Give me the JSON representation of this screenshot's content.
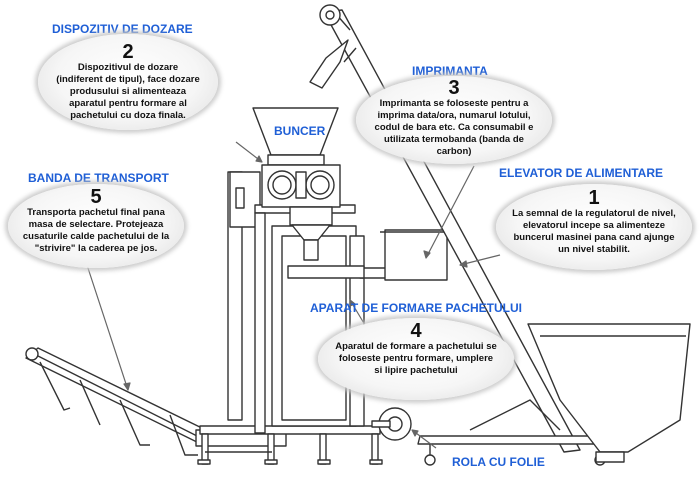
{
  "labels": {
    "dosing_title": "DISPOZITIV DE DOZARE",
    "transport_title": "BANDA DE TRANSPORT",
    "printer_title": "IMPRIMANTA",
    "elevator_title": "ELEVATOR DE ALIMENTARE",
    "forming_title": "APARAT DE FORMARE PACHETULUI",
    "hopper_label": "BUNCER",
    "roll_label": "ROLA CU FOLIE"
  },
  "callouts": [
    {
      "number": "1",
      "text": "La semnal de la regulatorul de nivel, elevatorul incepe sa alimenteze buncerul masinei pana cand ajunge un nivel stabilit."
    },
    {
      "number": "2",
      "text": "Dispozitivul de dozare (indiferent de tipul), face dozare produsului si alimenteaza aparatul pentru  formare al pachetului cu doza finala."
    },
    {
      "number": "3",
      "text": "Imprimanta se foloseste pentru a imprima data/ora, numarul lotului, codul de bara etc. Ca consumabil e utilizata termobanda (banda de carbon)"
    },
    {
      "number": "4",
      "text": "Aparatul de formare a pachetului se foloseste pentru formare, umplere si lipire pachetului"
    },
    {
      "number": "5",
      "text": "Transporta pachetul final pana masa de selectare. Protejeaza cusaturile calde pachetului de la \"strivire\" la caderea pe jos."
    }
  ],
  "colors": {
    "title": "#1f5fd6",
    "line": "#333333",
    "fill": "#ffffff"
  }
}
